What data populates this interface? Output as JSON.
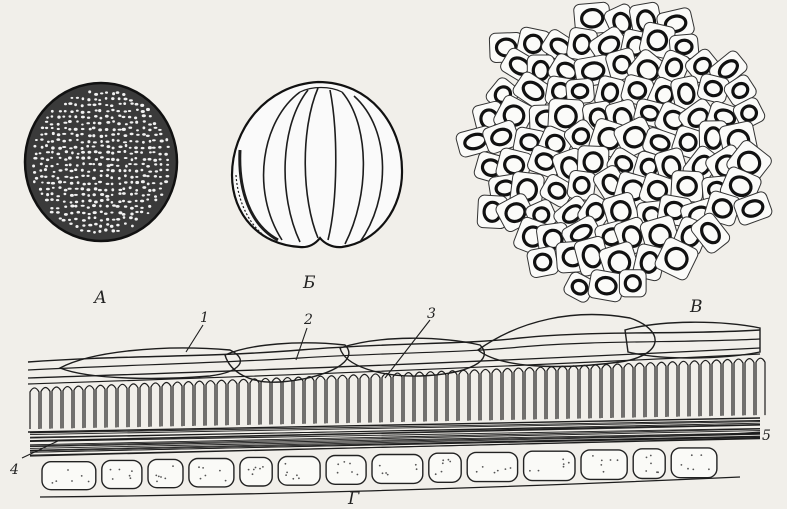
{
  "figure": {
    "panel_a": {
      "label": "А"
    },
    "panel_b": {
      "label": "Б"
    },
    "panel_v": {
      "label": "В"
    },
    "panel_g": {
      "label": "Г"
    },
    "callouts": [
      "1",
      "2",
      "3",
      "4",
      "5"
    ]
  }
}
